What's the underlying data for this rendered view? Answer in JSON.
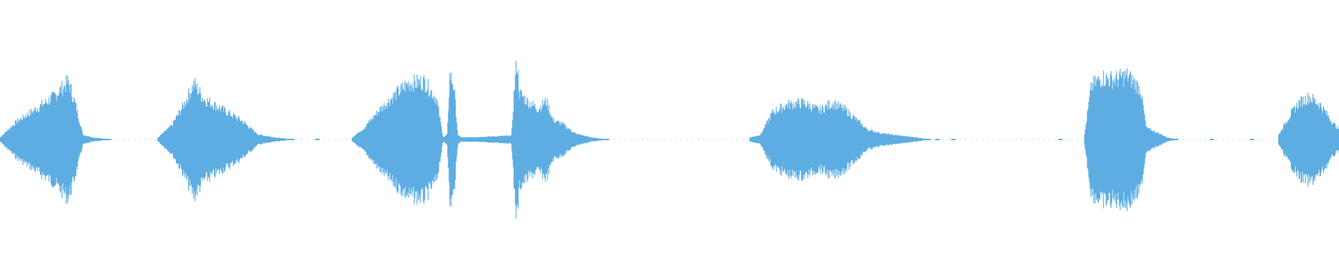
{
  "waveform": {
    "color": "#5dade2",
    "background": "#ffffff",
    "duration_fraction_segments": [
      {
        "name": "segment-1",
        "start": 0.0,
        "end": 0.083,
        "shape": [
          [
            0.0,
            0.02
          ],
          [
            0.012,
            0.18
          ],
          [
            0.025,
            0.3
          ],
          [
            0.04,
            0.44
          ],
          [
            0.051,
            0.6
          ],
          [
            0.056,
            0.38
          ],
          [
            0.062,
            0.05
          ],
          [
            0.07,
            0.02
          ],
          [
            0.082,
            0.0
          ]
        ]
      },
      {
        "name": "segment-2",
        "start": 0.118,
        "end": 0.22,
        "shape": [
          [
            0.118,
            0.02
          ],
          [
            0.128,
            0.14
          ],
          [
            0.137,
            0.35
          ],
          [
            0.145,
            0.58
          ],
          [
            0.152,
            0.42
          ],
          [
            0.165,
            0.32
          ],
          [
            0.18,
            0.2
          ],
          [
            0.193,
            0.05
          ],
          [
            0.206,
            0.02
          ],
          [
            0.22,
            0.0
          ]
        ]
      },
      {
        "name": "segment-3",
        "start": 0.263,
        "end": 0.455,
        "shape": [
          [
            0.263,
            0.02
          ],
          [
            0.272,
            0.12
          ],
          [
            0.283,
            0.3
          ],
          [
            0.294,
            0.45
          ],
          [
            0.305,
            0.58
          ],
          [
            0.317,
            0.6
          ],
          [
            0.326,
            0.42
          ],
          [
            0.331,
            0.02
          ],
          [
            0.334,
            0.05
          ],
          [
            0.336,
            0.68
          ],
          [
            0.339,
            0.55
          ],
          [
            0.342,
            0.04
          ],
          [
            0.345,
            0.02
          ],
          [
            0.365,
            0.03
          ],
          [
            0.382,
            0.04
          ],
          [
            0.384,
            0.5
          ],
          [
            0.386,
            0.82
          ],
          [
            0.388,
            0.48
          ],
          [
            0.395,
            0.38
          ],
          [
            0.402,
            0.32
          ],
          [
            0.408,
            0.4
          ],
          [
            0.413,
            0.2
          ],
          [
            0.42,
            0.16
          ],
          [
            0.43,
            0.06
          ],
          [
            0.442,
            0.02
          ],
          [
            0.455,
            0.0
          ]
        ]
      },
      {
        "name": "segment-4",
        "start": 0.56,
        "end": 0.695,
        "shape": [
          [
            0.56,
            0.02
          ],
          [
            0.568,
            0.05
          ],
          [
            0.577,
            0.28
          ],
          [
            0.588,
            0.36
          ],
          [
            0.6,
            0.38
          ],
          [
            0.612,
            0.3
          ],
          [
            0.622,
            0.38
          ],
          [
            0.632,
            0.3
          ],
          [
            0.648,
            0.1
          ],
          [
            0.66,
            0.06
          ],
          [
            0.672,
            0.04
          ],
          [
            0.685,
            0.02
          ],
          [
            0.695,
            0.0
          ]
        ]
      },
      {
        "name": "segment-5",
        "start": 0.81,
        "end": 0.88,
        "shape": [
          [
            0.81,
            0.05
          ],
          [
            0.815,
            0.55
          ],
          [
            0.823,
            0.64
          ],
          [
            0.832,
            0.62
          ],
          [
            0.842,
            0.66
          ],
          [
            0.852,
            0.52
          ],
          [
            0.856,
            0.12
          ],
          [
            0.863,
            0.08
          ],
          [
            0.872,
            0.02
          ],
          [
            0.88,
            0.0
          ]
        ]
      },
      {
        "name": "segment-6",
        "start": 0.955,
        "end": 1.0,
        "shape": [
          [
            0.955,
            0.05
          ],
          [
            0.962,
            0.22
          ],
          [
            0.97,
            0.38
          ],
          [
            0.978,
            0.44
          ],
          [
            0.986,
            0.36
          ],
          [
            0.994,
            0.2
          ],
          [
            1.0,
            0.1
          ]
        ]
      }
    ],
    "silent_blips": [
      0.237,
      0.35,
      0.61,
      0.7,
      0.712,
      0.792,
      0.905,
      0.935
    ]
  }
}
